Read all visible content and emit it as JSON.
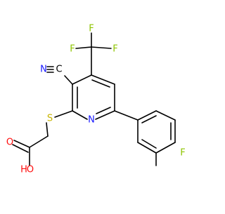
{
  "colors": {
    "background": "#ffffff",
    "carbon": "#000000",
    "nitrogen": "#1a1aff",
    "sulfur": "#c8b400",
    "oxygen": "#ff0d0d",
    "fluorine": "#8ec400"
  },
  "atoms": {
    "f1": "F",
    "f2": "F",
    "f3": "F",
    "c_nitrile": "C",
    "n_nitrile": "N",
    "s": "S",
    "n_ring": "N",
    "o_carbonyl": "O",
    "o_hydroxyl": "O",
    "h_hydroxyl": "H",
    "f_aryl": "F"
  }
}
